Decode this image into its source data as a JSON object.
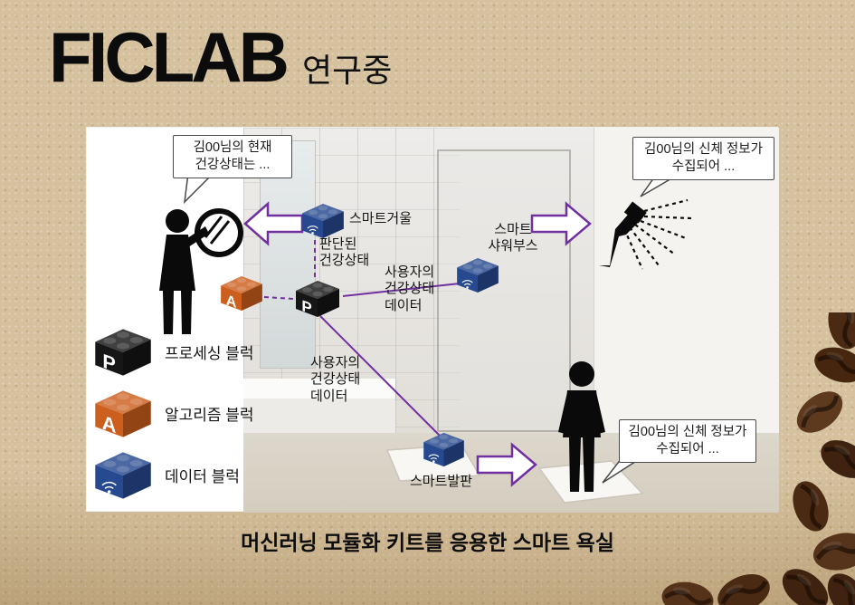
{
  "slide": {
    "title": "FICLAB",
    "subtitle": "연구중",
    "caption": "머신러닝 모듈화 키트를 응용한 스마트 욕실"
  },
  "speech_bubbles": {
    "mirror": "김00님의 현재\n건강상태는 ...",
    "shower": "김00님의 신체 정보가\n수집되어 ...",
    "footpad": "김00님의 신체 정보가\n수집되어 ..."
  },
  "labels": {
    "smart_mirror": "스마트거울",
    "judged_health_status": "판단된\n건강상태",
    "smart_shower": "스마트\n샤워부스",
    "user_health_data_upper": "사용자의\n건강상태\n데이터",
    "user_health_data_lower": "사용자의\n건강상태\n데이터",
    "smart_footpad": "스마트발판"
  },
  "legend": {
    "items": [
      {
        "letter": "P",
        "label": "프로세싱 블럭",
        "color": "#161616",
        "icon": "letter-P"
      },
      {
        "letter": "A",
        "label": "알고리즘 블럭",
        "color": "#cc5f1d",
        "icon": "letter-A"
      },
      {
        "letter": "",
        "label": "데이터 블럭",
        "color": "#27498f",
        "icon": "wifi-icon"
      }
    ]
  },
  "colors": {
    "accent_purple": "#7030a0",
    "bubble_border": "#4a4a4a",
    "background_tan": "#d5c19e",
    "coffee_bean_dark": "#46260f",
    "coffee_bean_light": "#5d3a1e"
  }
}
